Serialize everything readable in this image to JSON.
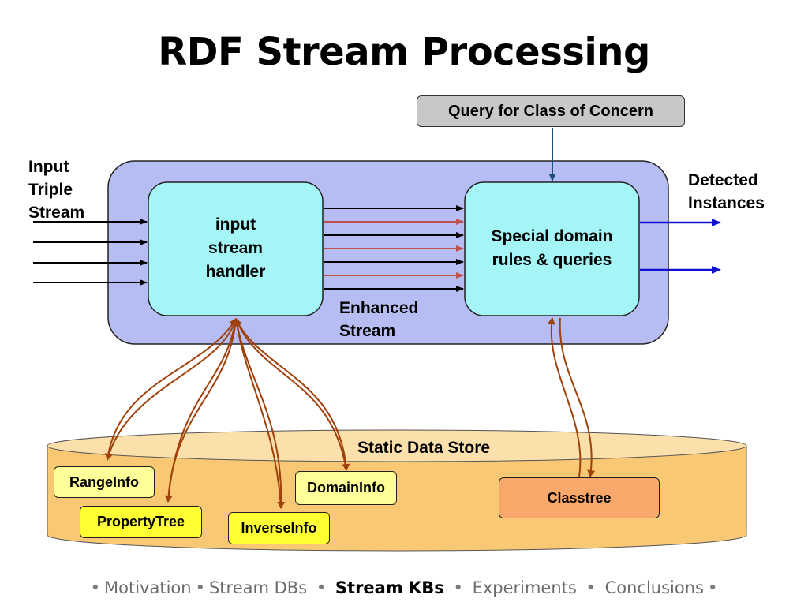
{
  "title": "RDF Stream Processing",
  "query": {
    "label": "Query for Class of Concern"
  },
  "input_stream": {
    "line1": "Input",
    "line2": "Triple",
    "line3": "Stream"
  },
  "handler": {
    "line1": "input",
    "line2": "stream",
    "line3": "handler"
  },
  "domain_rules": {
    "line1": "Special domain",
    "line2": "rules & queries"
  },
  "enhanced_stream": {
    "line1": "Enhanced",
    "line2": "Stream"
  },
  "detected": {
    "line1": "Detected",
    "line2": "Instances"
  },
  "store": {
    "label": "Static Data Store",
    "items": {
      "range_info": "RangeInfo",
      "property_tree": "PropertyTree",
      "inverse_info": "InverseInfo",
      "domain_info": "DomainInfo",
      "classtree": "Classtree"
    }
  },
  "colors": {
    "container": "#b6bdf3",
    "process_box": "#a3f5f6",
    "store": "#f9c874",
    "arrow_kb": "#a0400a",
    "arrow_output": "#1010d0",
    "arrow_query": "#1f4e79",
    "arrow_enhanced": "#c0504d"
  },
  "nav": {
    "items": [
      {
        "label": "Motivation",
        "current": false
      },
      {
        "label": "Stream DBs",
        "current": false
      },
      {
        "label": "Stream KBs",
        "current": true
      },
      {
        "label": "Experiments",
        "current": false
      },
      {
        "label": "Conclusions",
        "current": false
      }
    ]
  }
}
